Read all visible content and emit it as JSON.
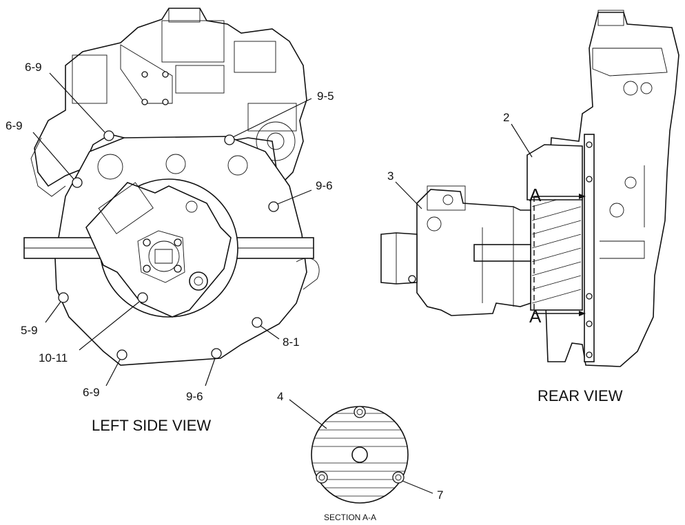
{
  "views": {
    "left_side": "LEFT SIDE VIEW",
    "rear": "REAR VIEW",
    "section": "SECTION A-A",
    "section_marker": "A"
  },
  "callouts": {
    "c_6_9_a": "6-9",
    "c_6_9_b": "6-9",
    "c_9_5": "9-5",
    "c_9_6_a": "9-6",
    "c_5_9": "5-9",
    "c_10_11": "10-11",
    "c_8_1": "8-1",
    "c_6_9_c": "6-9",
    "c_9_6_b": "9-6",
    "c_2": "2",
    "c_3": "3",
    "c_4": "4",
    "c_7": "7"
  }
}
